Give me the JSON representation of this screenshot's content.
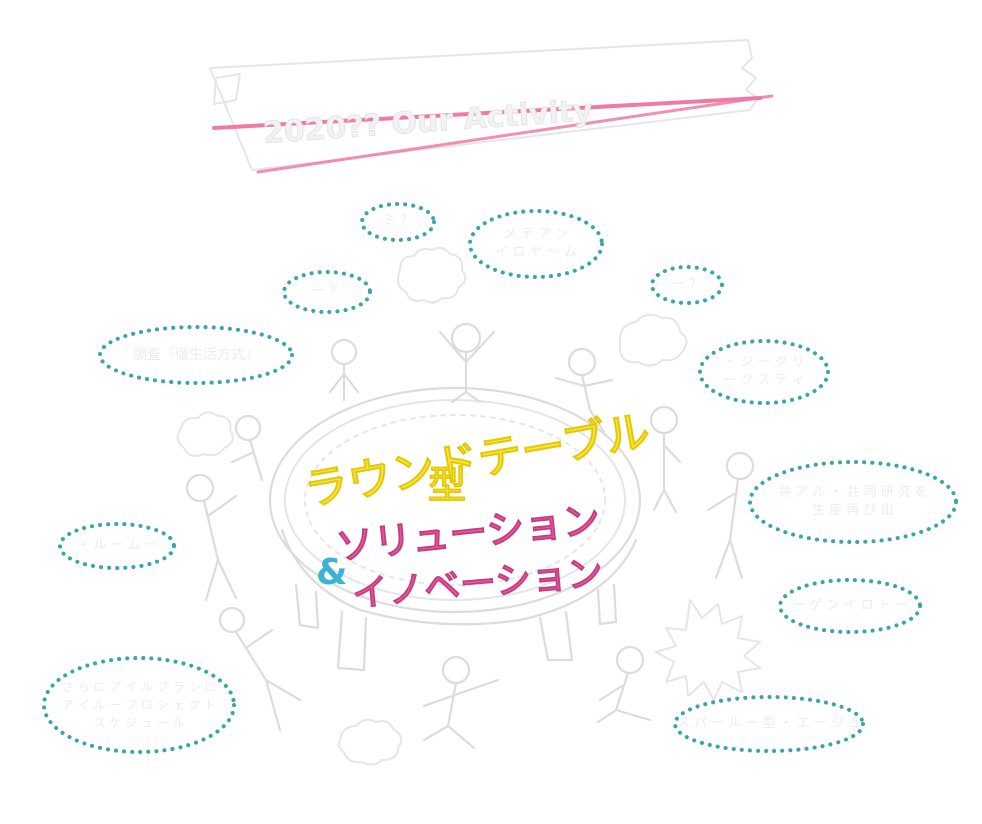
{
  "banner": {
    "text": "2020?? Our Activity",
    "stripe_color": "#f07aa6"
  },
  "center_title": {
    "line1": "ラウンドテーブル",
    "line2": "型",
    "line3": "ソリューション",
    "amp": "&",
    "line4": "イノベーション",
    "color_yellow": "#f6e34a",
    "color_pink": "#e55a9b",
    "color_amp": "#3cb2d6"
  },
  "bubbles": [
    {
      "id": "b1",
      "text": "ミ ？"
    },
    {
      "id": "b2",
      "text": "メ テ ア ン\nイ ロ ヤ ～ ム"
    },
    {
      "id": "b3",
      "text": "ー ？"
    },
    {
      "id": "b4",
      "text": "ー ？"
    },
    {
      "id": "b5",
      "text": "調査『徹生活方式』"
    },
    {
      "id": "b6",
      "text": "・ ジ ー ク リ\nー ク ス テ ィ"
    },
    {
      "id": "b7",
      "text": "共 ア ル ・ 共 同 研 究 を\n生 産 再 び 出"
    },
    {
      "id": "b8",
      "text": "・ ル ー ム ー"
    },
    {
      "id": "b9",
      "text": "ー ゲ ン イ ロ ト ー"
    },
    {
      "id": "b10",
      "text": "さ ら に ア イ ル プ ラ ン に\nア イ ル ー プ ロ シ ェ ク ト\nス ケ ジ ュ ー ル"
    },
    {
      "id": "b11",
      "text": "ス パ ー ル ー 型 ・ エ ー ジ ュ"
    }
  ],
  "dot_color": "#3aa6a8"
}
